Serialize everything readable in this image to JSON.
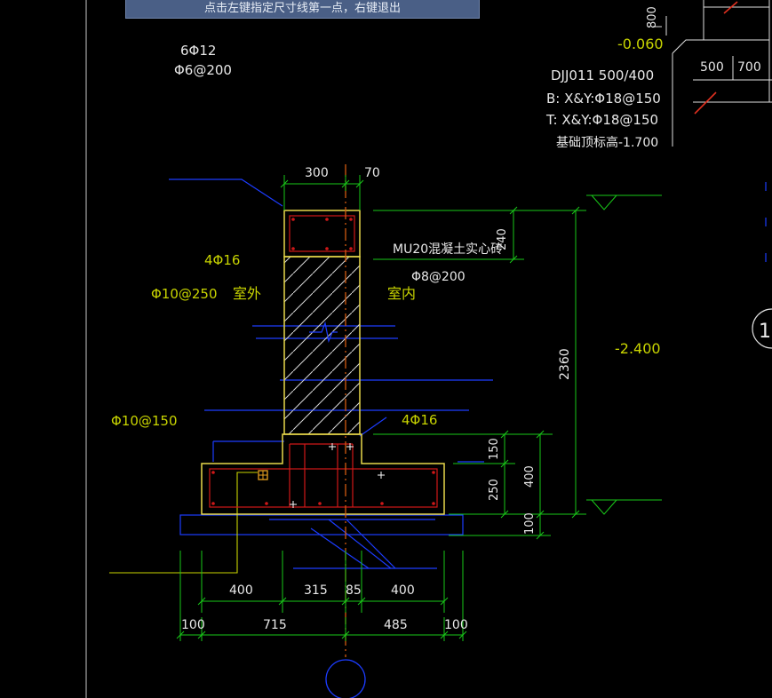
{
  "prompt": {
    "text": "点击左键指定尺寸线第一点，右键退出"
  },
  "labels": {
    "column_main_bars": "6Φ12",
    "column_stirrups": "Φ6@200",
    "foundation_id": "DJJ011 500/400",
    "bottom_rebar": "B: X&Y:Φ18@150",
    "top_rebar": "T: X&Y:Φ18@150",
    "foundation_top_elev": "基础顶标高-1.700",
    "elev_upper": "-0.060",
    "elev_lower": "-2.400",
    "beam_main_bars": "4Φ16",
    "wall_rebar": "Φ10@250",
    "outdoor": "室外",
    "indoor": "室内",
    "brick": "MU20混凝土实心砖",
    "beam_stirrup": "Φ8@200",
    "footing_rebar": "Φ10@150",
    "footing_main_bars": "4Φ16",
    "axis_bubble": "1"
  },
  "dimensions": {
    "top_width": "300",
    "top_offset": "70",
    "beam_height": "240",
    "total_height": "2360",
    "step_height": "150",
    "footing_height": "250",
    "footing_total": "400",
    "cushion": "100",
    "row1": [
      "400",
      "315",
      "85",
      "400"
    ],
    "row2": [
      "100",
      "715",
      "485",
      "100"
    ],
    "plan_800": "800",
    "plan_500": "500",
    "plan_700": "700"
  },
  "colors": {
    "background": "#000000",
    "outline": "#e8d84a",
    "rebar": "#d01818",
    "dimension": "#19c819",
    "leader": "#1c3cff",
    "text_yellow": "#c8d400",
    "text_white": "#e8e8e8",
    "axis": "#d05a10"
  }
}
